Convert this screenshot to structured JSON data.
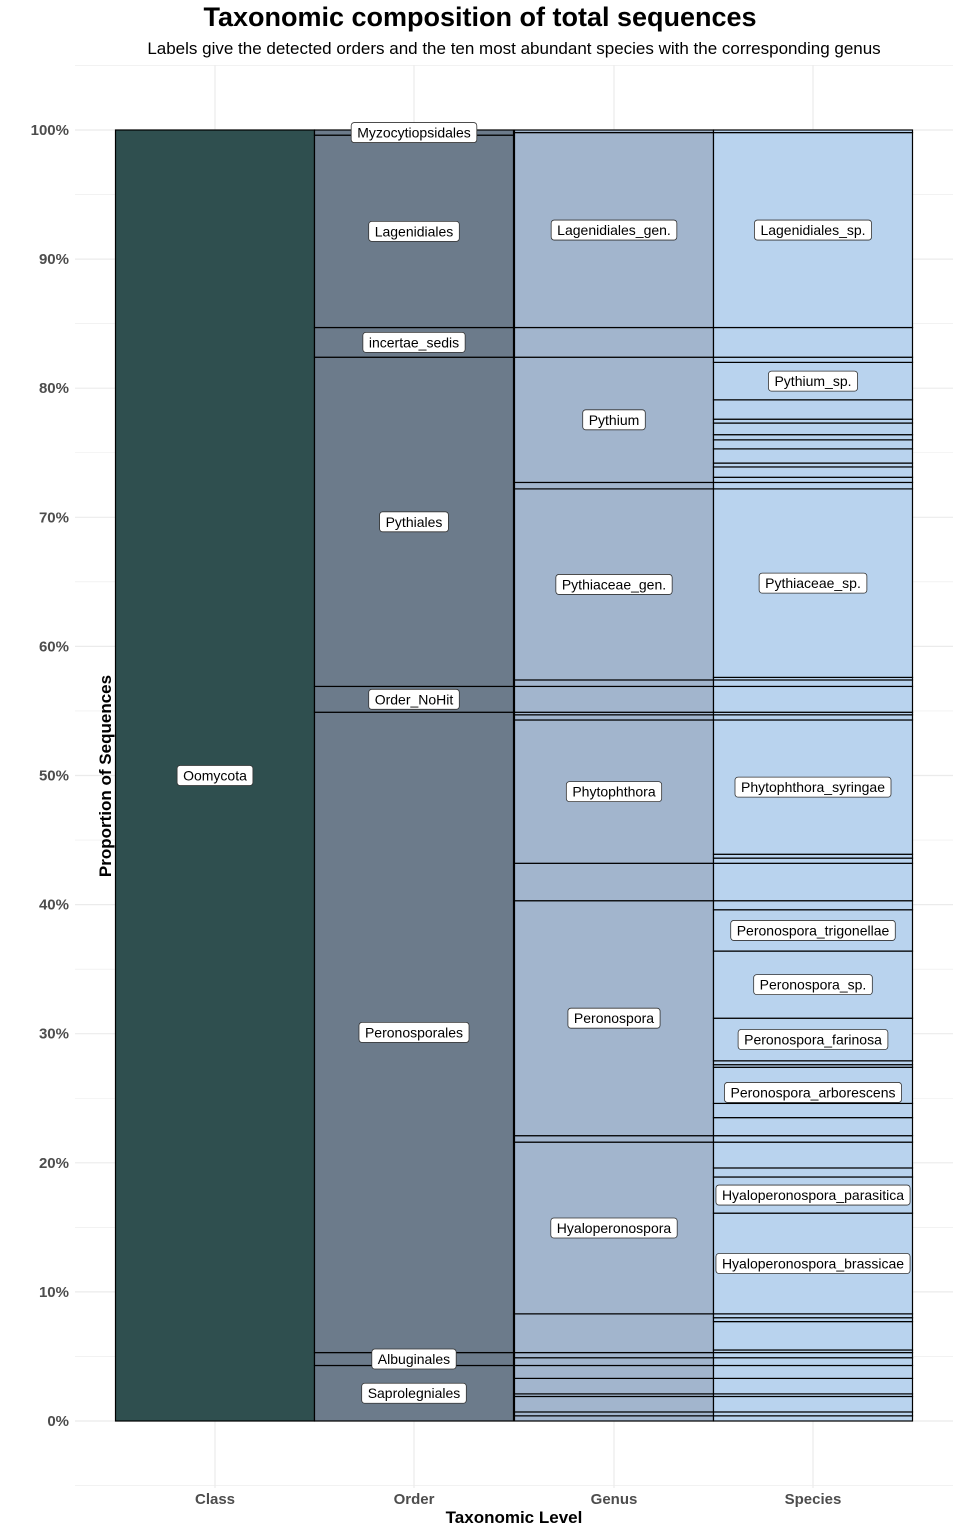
{
  "title": "Taxonomic composition of total sequences",
  "subtitle": "Labels give the detected orders and the ten most abundant species with the corresponding genus",
  "chart_data": {
    "type": "stacked-bar",
    "xlabel": "Taxonomic Level",
    "ylabel": "Proportion of Sequences",
    "ylim": [
      0,
      100
    ],
    "y_ticks": [
      "0%",
      "10%",
      "20%",
      "30%",
      "40%",
      "50%",
      "60%",
      "70%",
      "80%",
      "90%",
      "100%"
    ],
    "grid": true,
    "categories": [
      "Class",
      "Order",
      "Genus",
      "Species"
    ],
    "colors": {
      "Class": "#2f4f4f",
      "Order": "#6c7b8b",
      "Genus": "#a2b5cd",
      "Species": "#b9d3ee",
      "edge": "#000000"
    },
    "levels": [
      {
        "name": "Class",
        "segments": [
          {
            "from": 0,
            "to": 100,
            "label": "Oomycota"
          }
        ]
      },
      {
        "name": "Order",
        "segments": [
          {
            "from": 0,
            "to": 4.3,
            "label": "Saprolegniales"
          },
          {
            "from": 4.3,
            "to": 5.3,
            "label": "Albuginales"
          },
          {
            "from": 5.3,
            "to": 54.9,
            "label": "Peronosporales"
          },
          {
            "from": 54.9,
            "to": 56.9,
            "label": "Order_NoHit"
          },
          {
            "from": 56.9,
            "to": 82.4,
            "label": "Pythiales"
          },
          {
            "from": 82.4,
            "to": 84.7,
            "label": "incertae_sedis"
          },
          {
            "from": 84.7,
            "to": 99.6,
            "label": "Lagenidiales"
          },
          {
            "from": 99.6,
            "to": 100,
            "label": "Myzocytiopsidales"
          }
        ]
      },
      {
        "name": "Genus",
        "bounds": [
          0,
          0.4,
          0.7,
          1.9,
          2.1,
          3.3,
          4.3,
          4.9,
          5.3,
          8.3,
          21.6,
          22.1,
          40.3,
          43.2,
          54.3,
          54.7,
          54.9,
          56.9,
          57.4,
          72.2,
          72.7,
          82.4,
          84.7,
          99.8,
          100
        ],
        "labels": [
          {
            "label": "Hyaloperonospora",
            "from": 8.3,
            "to": 21.6
          },
          {
            "label": "Peronospora",
            "from": 22.1,
            "to": 40.3
          },
          {
            "label": "Phytophthora",
            "from": 43.2,
            "to": 54.3
          },
          {
            "label": "Pythiaceae_gen.",
            "from": 57.4,
            "to": 72.2
          },
          {
            "label": "Pythium",
            "from": 72.7,
            "to": 82.4
          },
          {
            "label": "Lagenidiales_gen.",
            "from": 84.7,
            "to": 99.8
          }
        ]
      },
      {
        "name": "Species",
        "bounds": [
          0,
          0.4,
          0.7,
          1.9,
          2.1,
          3.3,
          4.3,
          4.9,
          5.3,
          5.5,
          7.7,
          8.0,
          8.3,
          16.1,
          18.9,
          19.6,
          21.6,
          22.1,
          23.5,
          24.6,
          27.4,
          27.6,
          27.9,
          31.2,
          36.4,
          39.6,
          40.3,
          43.2,
          43.6,
          43.9,
          54.3,
          54.7,
          54.9,
          56.9,
          57.4,
          57.6,
          72.2,
          72.7,
          73.1,
          73.9,
          74.2,
          75.3,
          76.0,
          76.4,
          77.3,
          77.6,
          79.1,
          82.0,
          82.4,
          84.7,
          99.8,
          100
        ],
        "labels": [
          {
            "label": "Hyaloperonospora_brassicae",
            "from": 8.3,
            "to": 16.1
          },
          {
            "label": "Hyaloperonospora_parasitica",
            "from": 16.1,
            "to": 18.9
          },
          {
            "label": "Peronospora_arborescens",
            "from": 23.5,
            "to": 27.4
          },
          {
            "label": "Peronospora_farinosa",
            "from": 27.9,
            "to": 31.2
          },
          {
            "label": "Peronospora_sp.",
            "from": 31.2,
            "to": 36.4
          },
          {
            "label": "Peronospora_trigonellae",
            "from": 36.4,
            "to": 39.6
          },
          {
            "label": "Phytophthora_syringae",
            "from": 43.9,
            "to": 54.3
          },
          {
            "label": "Pythiaceae_sp.",
            "from": 57.6,
            "to": 72.2
          },
          {
            "label": "Pythium_sp.",
            "from": 79.1,
            "to": 82.0
          },
          {
            "label": "Lagenidiales_sp.",
            "from": 84.7,
            "to": 99.8
          }
        ]
      }
    ]
  }
}
